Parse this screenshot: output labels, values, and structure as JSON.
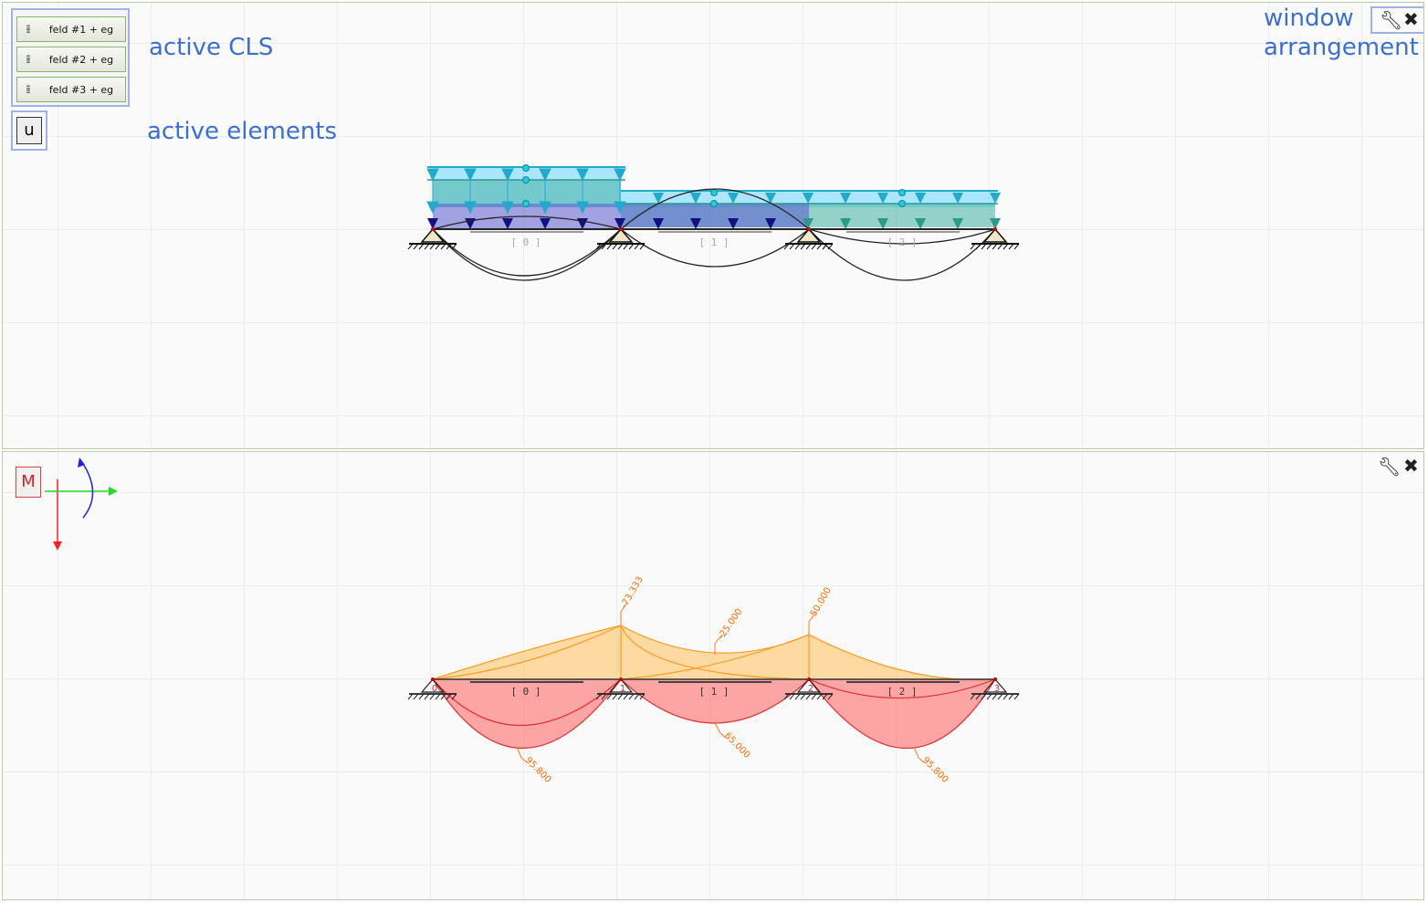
{
  "top_pane": {
    "cls_buttons": [
      {
        "label": "feld #1 + eg"
      },
      {
        "label": "feld #2 + eg"
      },
      {
        "label": "feld #3 + eg"
      }
    ],
    "element_button": "u",
    "callout_cls": "active CLS",
    "callout_elements": "active elements",
    "callout_window_line1": "window",
    "callout_window_line2": "arrangement",
    "span_labels": [
      "[ 0 ]",
      "[ 1 ]",
      "[ 2 ]"
    ]
  },
  "bottom_pane": {
    "result_button": "M",
    "span_labels": [
      "[ 0 ]",
      "[ 1 ]",
      "[ 2 ]"
    ],
    "node_labels": [
      "0",
      "1",
      "2",
      "3"
    ],
    "moment_labels": [
      "-73.333",
      "-25.000",
      "-50.000",
      "95.800",
      "65.000",
      "95.800"
    ]
  },
  "icons": {
    "tool": "wrench-icon",
    "close": "close-icon"
  },
  "colors": {
    "callout": "#3b6fd0",
    "moment_pos": "#ff8080",
    "moment_neg": "#ffb347",
    "load_light": "#66ccff",
    "load_teal": "#3aa89a",
    "load_dark": "#1f1fa0"
  }
}
